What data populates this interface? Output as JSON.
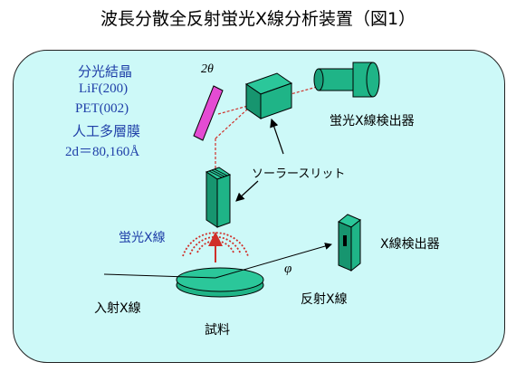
{
  "title": "波長分散全反射蛍光X線分析装置（図1）",
  "crystal_info": {
    "heading": "分光結晶",
    "items": [
      "LiF(200)",
      "PET(002)",
      "人工多層膜",
      "2d＝80,160Å"
    ]
  },
  "labels": {
    "two_theta": "2θ",
    "fluorescent_detector": "蛍光X線検出器",
    "soller_slit": "ソーラースリット",
    "fluorescent_xray": "蛍光X線",
    "xray_detector": "X線検出器",
    "phi": "φ",
    "reflected_xray": "反射X線",
    "incident_xray": "入射X線",
    "sample": "試料"
  },
  "colors": {
    "panel_bg": "#cdf9f8",
    "component_green": "#1fb487",
    "crystal_magenta": "#e44bd3",
    "beam_red": "#d0302a",
    "text_blue": "#1f3fa8"
  }
}
